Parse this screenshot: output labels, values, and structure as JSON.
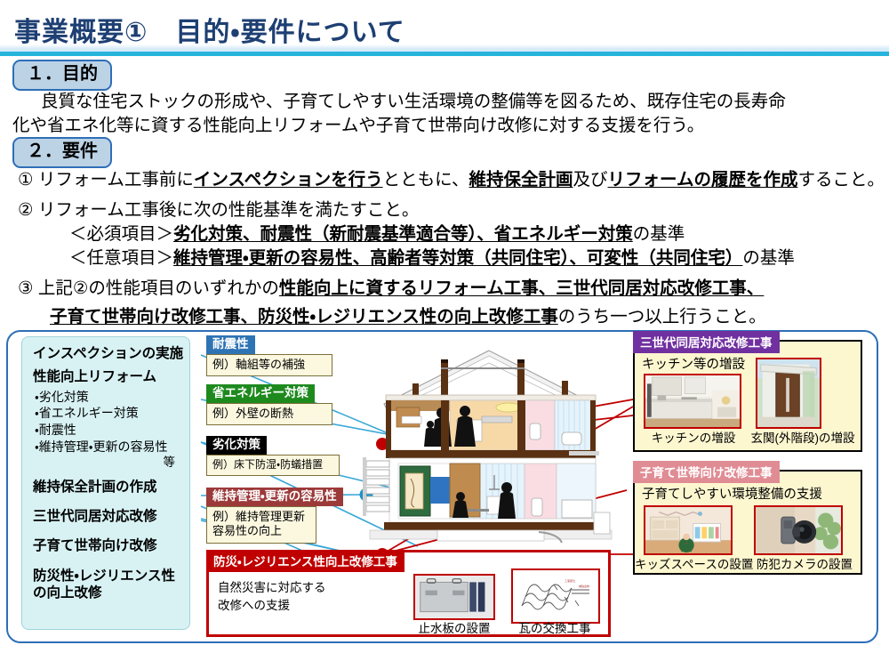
{
  "title": "事業概要①　目的・要件について",
  "sections": {
    "purpose_chip": "１．目的",
    "purpose_line1": "良質な住宅ストックの形成や、子育てしやすい生活環境の整備等を図るため、既存住宅の長寿命",
    "purpose_line2": "化や省エネ化等に資する性能向上リフォームや子育て世帯向け改修に対する支援を行う。",
    "requirement_chip": "２．要件"
  },
  "requirements": {
    "item1": {
      "marker": "①",
      "pre": " リフォーム工事前に",
      "em1": "インスペクションを行う",
      "mid": "とともに、",
      "em2": "維持保全計画",
      "mid2": "及び",
      "em3": "リフォームの履歴を作成",
      "post": "すること。"
    },
    "item2": {
      "marker": "②",
      "text": " リフォーム工事後に次の性能基準を満たすこと。",
      "must_label": "＜必須項目＞",
      "must_em": "劣化対策、耐震性（新耐震基準適合等）、省エネルギー対策",
      "must_post": "の基準",
      "opt_label": "＜任意項目＞",
      "opt_em": "維持管理・更新の容易性、高齢者等対策（共同住宅）、可変性（共同住宅）",
      "opt_post": "の基準"
    },
    "item3": {
      "marker": "③",
      "pre": " 上記②の性能項目のいずれかの",
      "em1": "性能向上に資するリフォーム工事、三世代同居対応改修工事、",
      "em2": "子育て世帯向け改修工事、防災性・レジリエンス性の向上改修工事",
      "post": "のうち一つ以上行うこと。"
    }
  },
  "left_panel": {
    "head": "インスペクションの実施",
    "reform_head": "性能向上リフォーム",
    "reform_items": [
      "・劣化対策",
      "・省エネルギー対策",
      "・耐震性",
      "・維持管理・更新の容易性"
    ],
    "nado": "等",
    "others": [
      "維持保全計画の作成",
      "三世代同居対応改修",
      "子育て世帯向け改修",
      "防災性・レジリエンス性",
      "の向上改修"
    ]
  },
  "callouts": [
    {
      "label": "耐震性",
      "label_bg": "#2e74b5",
      "example": "例）軸組等の補強"
    },
    {
      "label": "省エネルギー対策",
      "label_bg": "#1e8a1e",
      "example": "例）外壁の断熱"
    },
    {
      "label": "劣化対策",
      "label_bg": "#000000",
      "example": "例）床下防湿・防蟻措置"
    },
    {
      "label": "維持管理・更新の容易性",
      "label_bg": "#9c3a3a",
      "example": "例）維持管理更新容易性の向上"
    }
  ],
  "red_box": {
    "label": "防災・レジリエンス性向上改修工事",
    "text_line1": "自然災害に対応する",
    "text_line2": "改修への支援",
    "photo1_caption": "止水板の設置",
    "photo2_caption": "瓦の交換工事",
    "color": "#c00000"
  },
  "right_panels": [
    {
      "label": "三世代同居対応改修工事",
      "label_bg": "#7030a0",
      "subtitle": "キッチン等の増設",
      "photos": [
        {
          "caption": "キッチンの増設"
        },
        {
          "caption": "玄関(外階段)の増設"
        }
      ]
    },
    {
      "label": "子育て世帯向け改修工事",
      "label_bg": "#e08c94",
      "subtitle": "子育てしやすい環境整備の支援",
      "photos": [
        {
          "caption": "キッズスペースの設置"
        },
        {
          "caption": "防犯カメラの設置"
        }
      ]
    }
  ],
  "theme": {
    "title_color": "#1d3f73",
    "rule_color": "#25b4dc",
    "frame_border": "#2e6fb7",
    "left_panel_bg": "#d8f2f4",
    "callout_body_bg": "#fbf8df",
    "right_panel_bg": "#fdf7d0",
    "connector_blue": "#3aa8d8",
    "connector_red": "#c00000"
  }
}
